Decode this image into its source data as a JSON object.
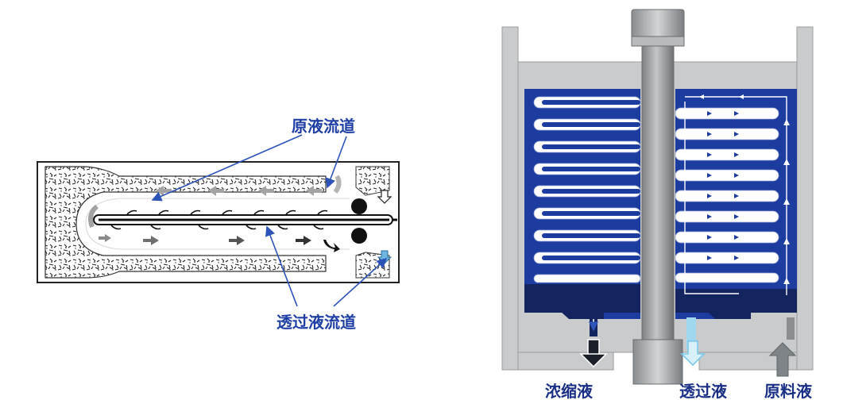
{
  "left_diagram": {
    "feed_channel_label": "原液流道",
    "permeate_channel_label": "透过液流道"
  },
  "right_diagram": {
    "concentrate_label": "浓缩液",
    "permeate_label": "透过液",
    "feed_label": "原料液"
  },
  "colors": {
    "label_blue": "#1f3fa6",
    "membrane_blue": "#1f3fa6",
    "housing_gray": "#c9cbcc",
    "arrow_gray": "#9a9a9a",
    "arrow_dark": "#3a3a3a",
    "permeate_cyan": "#8fd3ef"
  }
}
